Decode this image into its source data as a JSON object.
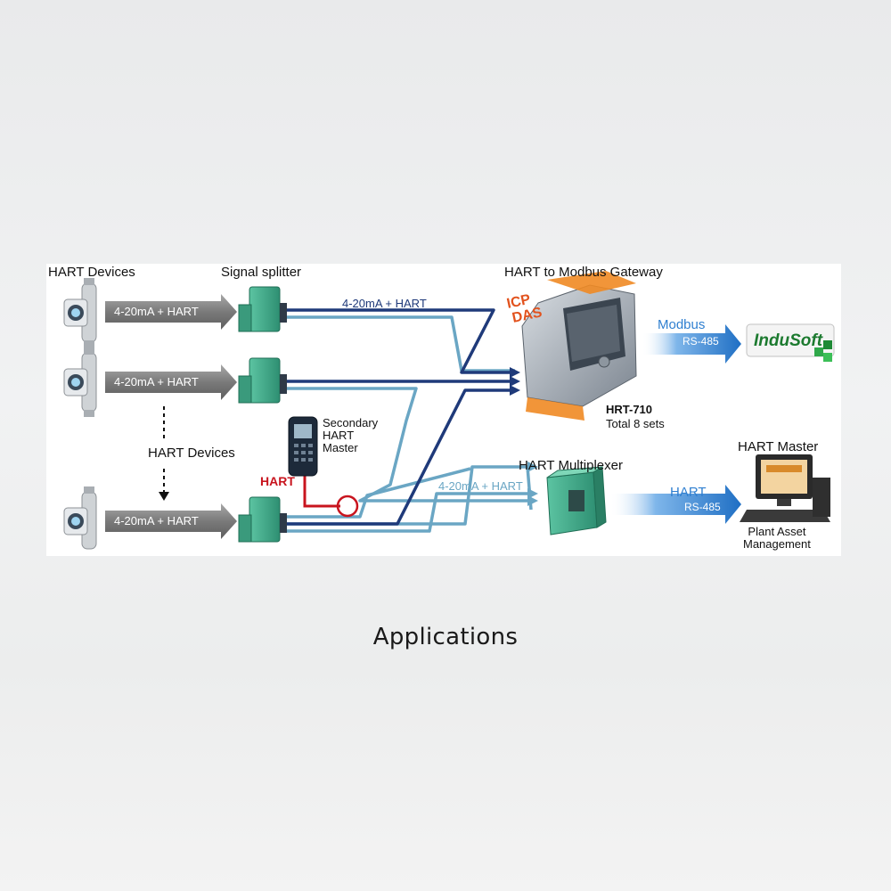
{
  "diagram": {
    "label_hart_devices_top": "HART Devices",
    "label_signal_splitter": "Signal splitter",
    "label_gateway": "HART to Modbus Gateway",
    "arrow_signal_1": "4-20mA + HART",
    "arrow_signal_2": "4-20mA + HART",
    "arrow_signal_3": "4-20mA + HART",
    "line_label_top": "4-20mA + HART",
    "line_label_mux": "4-20mA + HART",
    "label_hart_devices_mid": "HART Devices",
    "label_secondary_master": [
      "Secondary",
      "HART",
      "Master"
    ],
    "label_hart_red": "HART",
    "label_modbus": "Modbus",
    "label_rs485_top": "RS-485",
    "label_hrt710": "HRT-710",
    "label_total_sets": "Total 8 sets",
    "label_multiplexer": "HART Multiplexer",
    "label_hart_blue": "HART",
    "label_rs485_bottom": "RS-485",
    "label_hart_master": "HART Master",
    "label_plant_asset": [
      "Plant Asset",
      "Management"
    ],
    "logo_icpdas": "ICP DAS",
    "logo_indusoft": "InduSoft",
    "colors": {
      "dark_line": "#1f3a7a",
      "light_line": "#6aa6c4",
      "red_line": "#c8141e",
      "splitter_green": "#3fa98a",
      "arrow_blue": "#2f7fd0",
      "gray_arrow": "#7d7d7d"
    }
  },
  "caption": "Applications"
}
